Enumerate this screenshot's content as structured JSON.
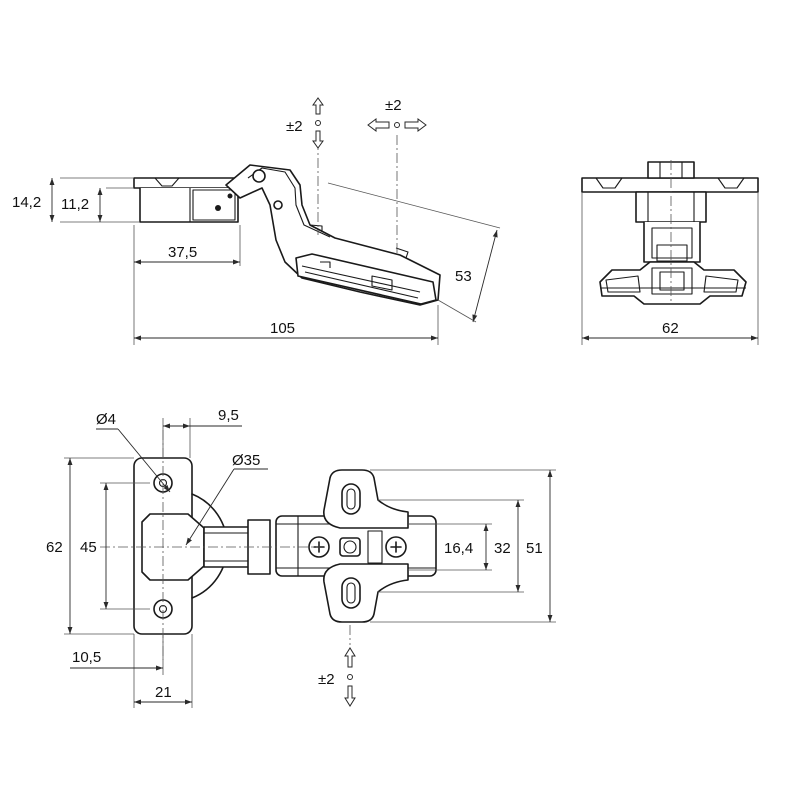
{
  "dimensions": {
    "side_height_total": "14,2",
    "side_height_cup": "11,2",
    "side_cup_offset": "37,5",
    "side_total_length": "105",
    "side_door_reach": "53",
    "front_width": "62",
    "cup_hole_diameter": "Ø4",
    "cup_hole_offset": "9,5",
    "cup_diameter": "Ø35",
    "cup_plate_height": "62",
    "cup_hole_spacing": "45",
    "cup_edge_offset": "10,5",
    "cup_plate_width": "21",
    "plate_slot_center": "16,4",
    "plate_inner": "32",
    "plate_outer": "51"
  },
  "adjustments": {
    "vertical_top": "±2",
    "lateral_top": "±2",
    "vertical_bottom": "±2"
  },
  "icons": {
    "adjust_vertical": "double-arrow-vertical-icon",
    "adjust_lateral": "double-arrow-horizontal-icon",
    "phillips_screw": "phillips-screw-icon"
  }
}
